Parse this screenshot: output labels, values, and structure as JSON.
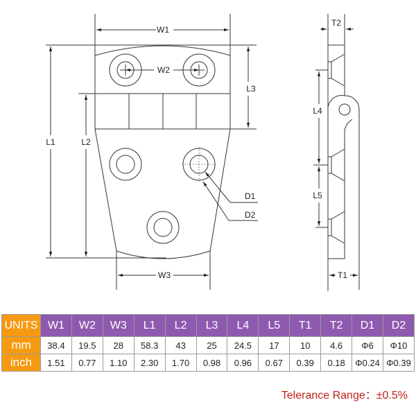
{
  "drawing": {
    "labels": {
      "W1": "W1",
      "W2": "W2",
      "W3": "W3",
      "L1": "L1",
      "L2": "L2",
      "L3": "L3",
      "L4": "L4",
      "L5": "L5",
      "T1": "T1",
      "T2": "T2",
      "D1": "D1",
      "D2": "D2"
    }
  },
  "table": {
    "headers": [
      "UNITS",
      "W1",
      "W2",
      "W3",
      "L1",
      "L2",
      "L3",
      "L4",
      "L5",
      "T1",
      "T2",
      "D1",
      "D2"
    ],
    "rows": [
      {
        "unit": "mm",
        "values": [
          "38.4",
          "19.5",
          "28",
          "58.3",
          "43",
          "25",
          "24.5",
          "17",
          "10",
          "4.6",
          "Φ6",
          "Φ10"
        ]
      },
      {
        "unit": "inch",
        "values": [
          "1.51",
          "0.77",
          "1.10",
          "2.30",
          "1.70",
          "0.98",
          "0.96",
          "0.67",
          "0.39",
          "0.18",
          "Φ0.24",
          "Φ0.39"
        ]
      }
    ]
  },
  "tolerance": "Telerance Range：±0.5%",
  "colors": {
    "header": "#8e5ab0",
    "unit": "#f59a12",
    "tolerance": "#c0201a"
  }
}
